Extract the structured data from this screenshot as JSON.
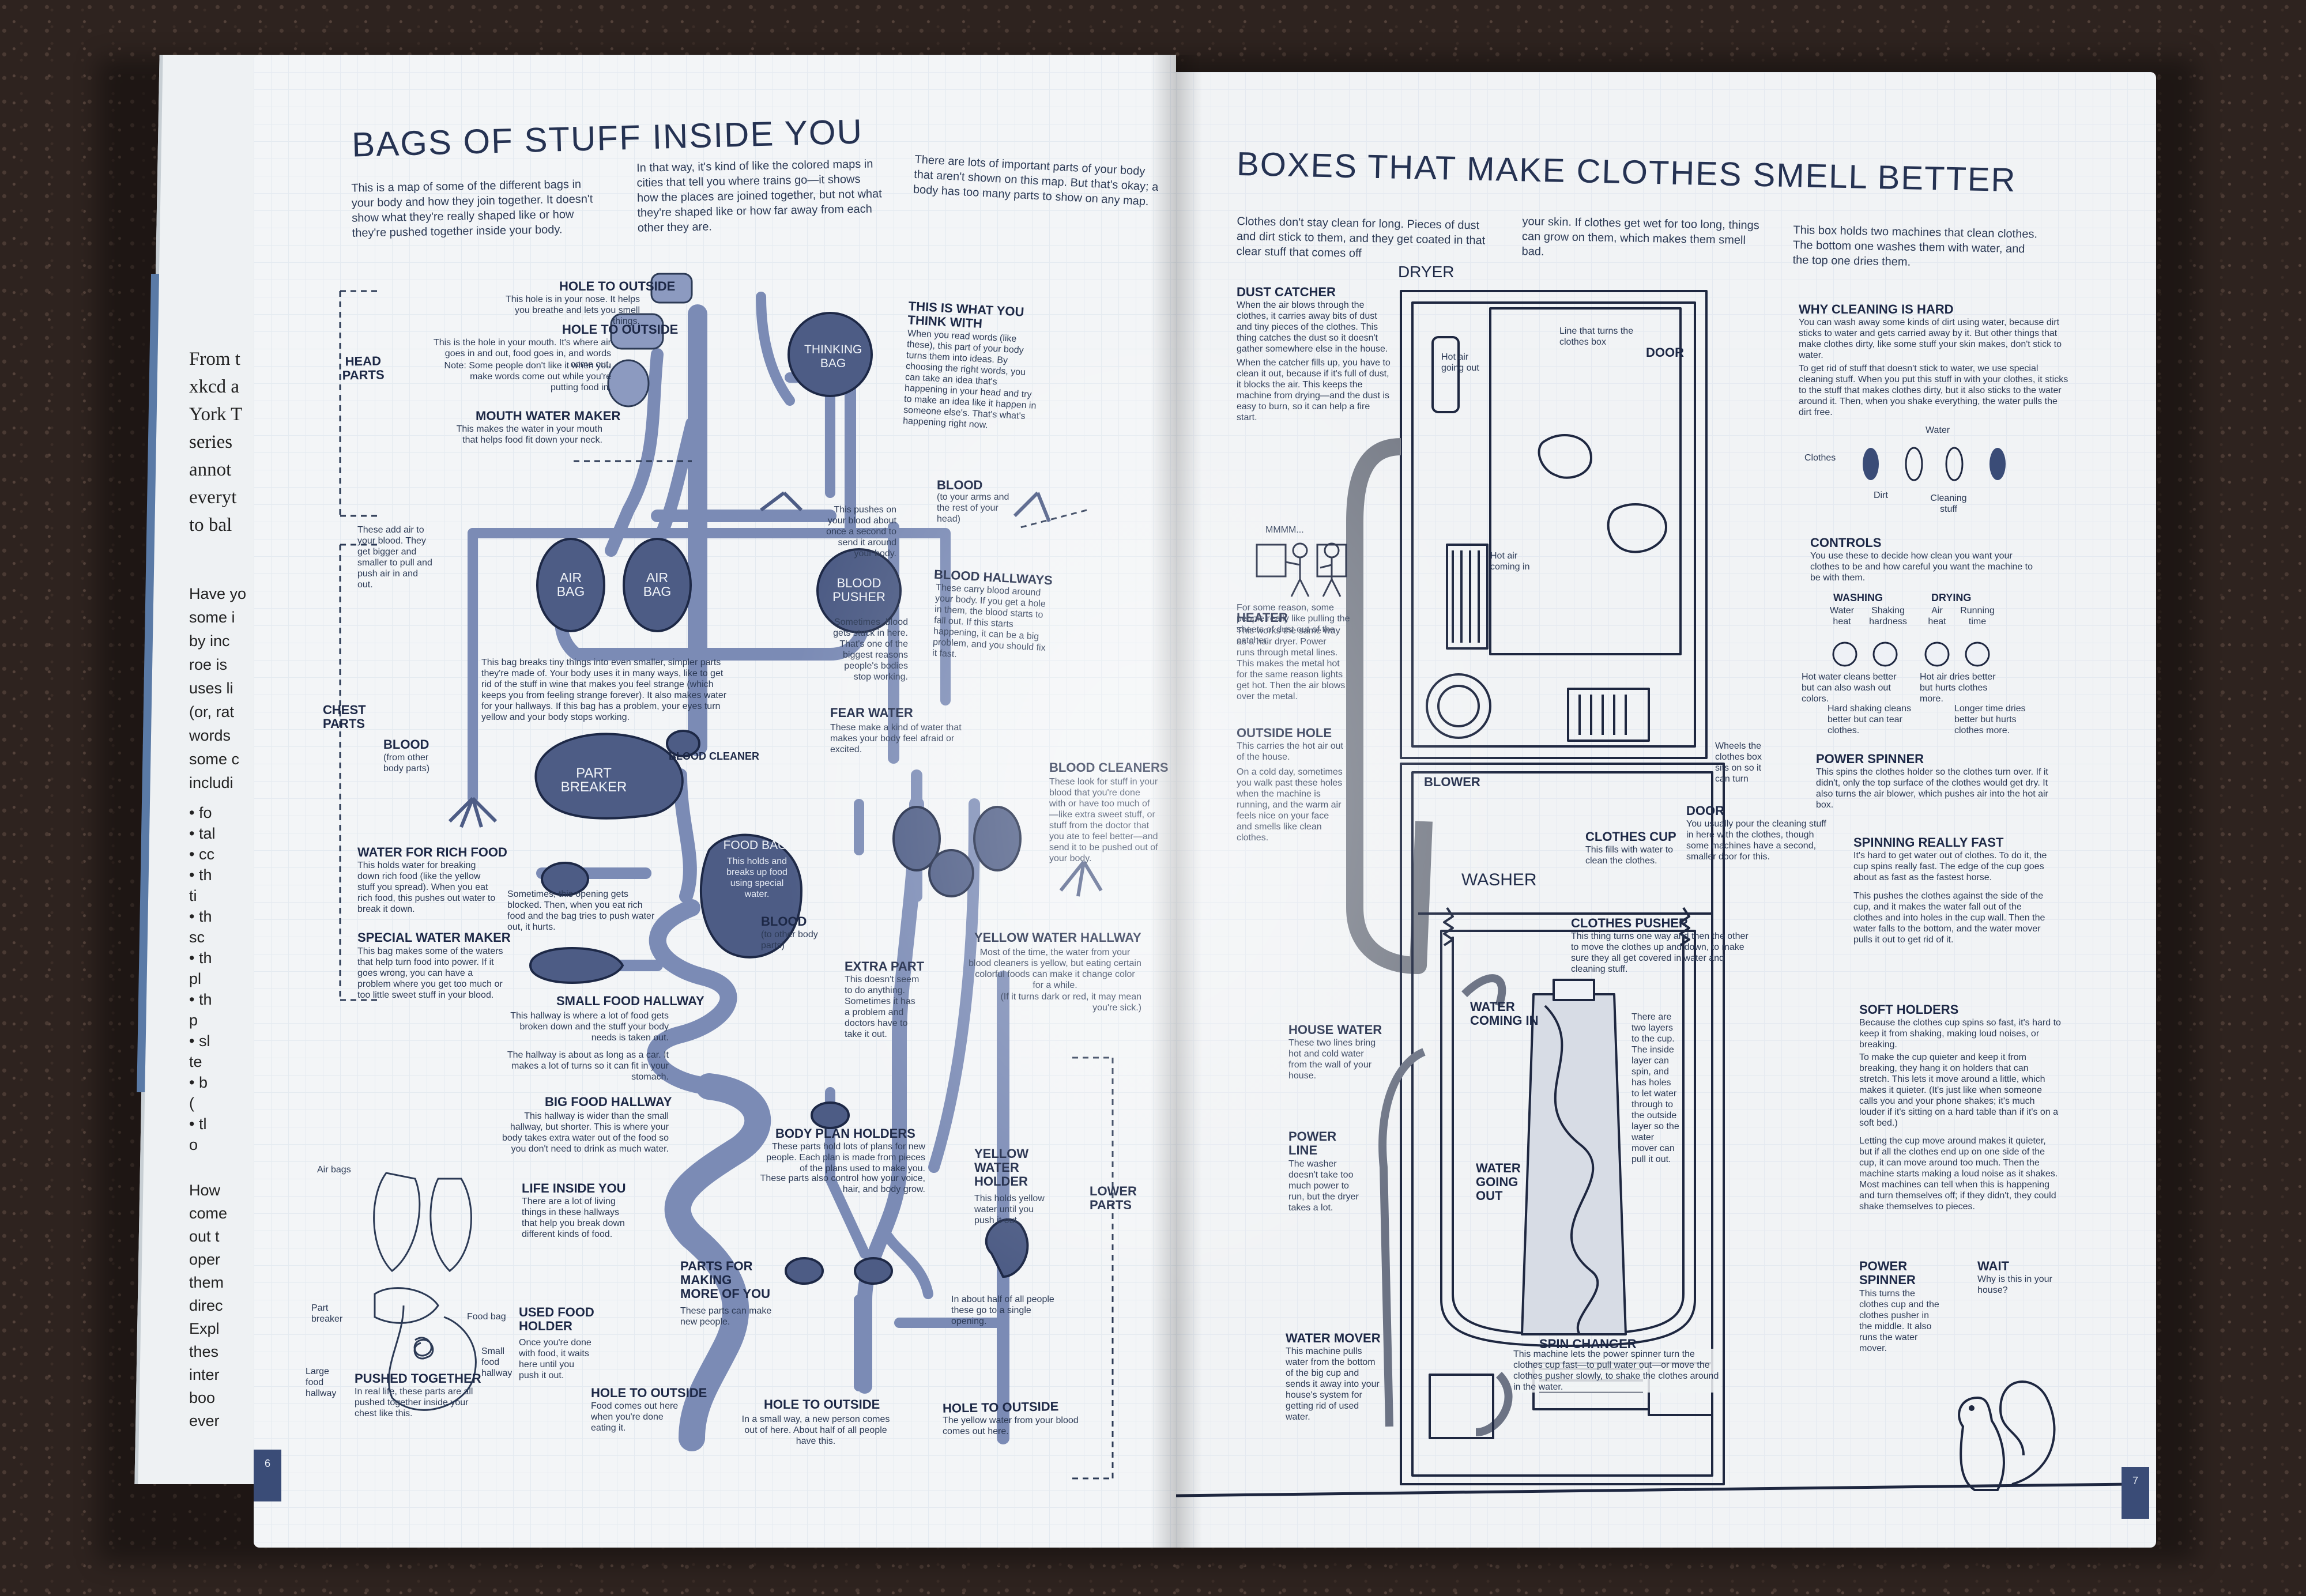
{
  "left_page": {
    "title": "BAGS OF STUFF INSIDE YOU",
    "intro_col1": "This is a map of some of the different bags in your body and how they join together. It doesn't show what they're really shaped like or how they're pushed together inside your body.",
    "intro_col2": "In that way, it's kind of like the colored maps in cities that tell you where trains go—it shows how the places are joined together, but not what they're shaped like or how far away from each other they are.",
    "intro_col3": "There are lots of important parts of your body that aren't shown on this map. But that's okay; a body has too many parts to show on any map.",
    "section_head": "HEAD PARTS",
    "section_chest": "CHEST PARTS",
    "section_lower": "LOWER PARTS",
    "bag_thinking": "THINKING BAG",
    "bag_air": "AIR BAG",
    "bag_blood_pusher": "BLOOD PUSHER",
    "bag_part_breaker": "PART BREAKER",
    "bag_food": "FOOD BAG",
    "bag_food_note": "This holds and breaks up food using special water.",
    "lbl_hole_outside_nose": "HOLE TO OUTSIDE",
    "note_hole_outside_nose": "This hole is in your nose. It helps you breathe and lets you smell things.",
    "lbl_hole_outside_mouth": "HOLE TO OUTSIDE",
    "note_hole_outside_mouth": "This is the hole in your mouth. It's where air goes in and out, food goes in, and words come out.",
    "note_mouth_extra": "Note: Some people don't like it when you make words come out while you're putting food in.",
    "lbl_mouth_water": "MOUTH WATER MAKER",
    "note_mouth_water": "This makes the water in your mouth that helps food fit down your neck.",
    "lbl_think_with": "THIS IS WHAT YOU THINK WITH",
    "note_think_with": "When you read words (like these), this part of your body turns them into ideas. By choosing the right words, you can take an idea that's happening in your head and try to make an idea like it happen in someone else's. That's what's happening right now.",
    "lbl_blood_arms": "BLOOD",
    "note_blood_arms": "(to your arms and the rest of your head)",
    "note_air_bags": "These add air to your blood. They get bigger and smaller to pull and push air in and out.",
    "note_blood_pusher": "This pushes on your blood about once a second to send it around your body.",
    "note_stuck": "Sometimes, blood gets stuck in here. That's one of the biggest reasons people's bodies stop working.",
    "lbl_blood_hallways": "BLOOD HALLWAYS",
    "note_blood_hallways": "These carry blood around your body. If you get a hole in them, the blood starts to fall out. If this starts happening, it can be a big problem, and you should fix it fast.",
    "note_part_breaker": "This bag breaks tiny things into even smaller, simpler parts they're made of. Your body uses it in many ways, like to get rid of the stuff in wine that makes you feel strange (which keeps you from feeling strange forever). It also makes water for your hallways. If this bag has a problem, your eyes turn yellow and your body stops working.",
    "lbl_fear_water": "FEAR WATER",
    "note_fear_water": "These make a kind of water that makes your body feel afraid or excited.",
    "lbl_blood_other": "BLOOD",
    "note_blood_other": "(from other body parts)",
    "lbl_blood_cleaner": "BLOOD CLEANER",
    "lbl_blood_cleaners": "BLOOD CLEANERS",
    "note_blood_cleaners": "These look for stuff in your blood that you're done with or have too much of—like extra sweet stuff, or stuff from the doctor that you ate to feel better—and send it to be pushed out of your body.",
    "lbl_water_rich_food": "WATER FOR RICH FOOD",
    "note_water_rich_food": "This holds water for breaking down rich food (like the yellow stuff you spread). When you eat rich food, this pushes out water to break it down.",
    "note_opening": "Sometimes, this opening gets blocked. Then, when you eat rich food and the bag tries to push water out, it hurts.",
    "lbl_special_water": "SPECIAL WATER MAKER",
    "note_special_water": "This bag makes some of the waters that help turn food into power. If it goes wrong, you can have a problem where you get too much or too little sweet stuff in your blood.",
    "lbl_blood_to_other": "BLOOD",
    "note_blood_to_other": "(to other body parts)",
    "lbl_yellow_hallway": "YELLOW WATER HALLWAY",
    "note_yellow_hallway": "Most of the time, the water from your blood cleaners is yellow, but eating certain colorful foods can make it change color for a while.",
    "note_yellow_hallway2": "(If it turns dark or red, it may mean you're sick.)",
    "lbl_extra_part": "EXTRA PART",
    "note_extra_part": "This doesn't seem to do anything. Sometimes it has a problem and doctors have to take it out.",
    "lbl_small_food": "SMALL FOOD HALLWAY",
    "note_small_food": "This hallway is where a lot of food gets broken down and the stuff your body needs is taken out.",
    "note_small_food2": "The hallway is about as long as a car. It makes a lot of turns so it can fit in your stomach.",
    "lbl_big_food": "BIG FOOD HALLWAY",
    "note_big_food": "This hallway is wider than the small hallway, but shorter. This is where your body takes extra water out of the food so you don't need to drink as much water.",
    "lbl_life_inside": "LIFE INSIDE YOU",
    "note_life_inside": "There are a lot of living things in these hallways that help you break down different kinds of food.",
    "lbl_body_plan": "BODY PLAN HOLDERS",
    "note_body_plan": "These parts hold lots of plans for new people. Each plan is made from pieces of the plans used to make you.",
    "note_body_plan2": "These parts also control how your voice, hair, and body grow.",
    "lbl_yellow_holder": "YELLOW WATER HOLDER",
    "note_yellow_holder": "This holds yellow water until you push it out.",
    "lbl_parts_more": "PARTS FOR MAKING MORE OF YOU",
    "note_parts_more": "These parts can make new people.",
    "note_half": "In about half of all people these go to a single opening.",
    "lbl_used_food": "USED FOOD HOLDER",
    "note_used_food": "Once you're done with food, it waits here until you push it out.",
    "lbl_hole_food": "HOLE TO OUTSIDE",
    "note_hole_food": "Food comes out here when you're done eating it.",
    "lbl_hole_person": "HOLE TO OUTSIDE",
    "note_hole_person": "In a small way, a new person comes out of here. About half of all people have this.",
    "lbl_hole_yellow": "HOLE TO OUTSIDE",
    "note_hole_yellow": "The yellow water from your blood comes out here.",
    "lbl_pushed_together": "PUSHED TOGETHER",
    "note_pushed_together": "In real life, these parts are all pushed together inside your chest like this.",
    "mini_air_bags": "Air bags",
    "mini_part_breaker": "Part breaker",
    "mini_food_bag": "Food bag",
    "mini_small_food": "Small food hallway",
    "mini_large_food": "Large food hallway",
    "page_number": "6"
  },
  "right_page": {
    "title": "BOXES THAT MAKE CLOTHES SMELL BETTER",
    "intro_col1": "Clothes don't stay clean for long. Pieces of dust and dirt stick to them, and they get coated in that clear stuff that comes off",
    "intro_col2": "your skin. If clothes get wet for too long, things can grow on them, which makes them smell bad.",
    "intro_col3": "This box holds two machines that clean clothes. The bottom one washes them with water, and the top one dries them.",
    "lbl_dryer": "DRYER",
    "lbl_washer": "WASHER",
    "lbl_dust_catcher": "DUST CATCHER",
    "note_dust_catcher": "When the air blows through the clothes, it carries away bits of dust and tiny pieces of the clothes. This thing catches the dust so it doesn't gather somewhere else in the house.",
    "note_dust_catcher2": "When the catcher fills up, you have to clean it out, because if it's full of dust, it blocks the air. This keeps the machine from drying—and the dust is easy to burn, so it can help a fire start.",
    "note_mmmm": "MMMM...",
    "note_pulling": "For some reason, some people really like pulling the sheets of dust out of the catcher.",
    "lbl_heater": "HEATER",
    "note_heater": "This works the same way as a hair dryer. Power runs through metal lines. This makes the metal hot for the same reason lights get hot. Then the air blows over the metal.",
    "lbl_outside_hole": "OUTSIDE HOLE",
    "note_outside_hole": "This carries the hot air out of the house.",
    "note_outside_hole2": "On a cold day, sometimes you walk past these holes when the machine is running, and the warm air feels nice on your face and smells like clean clothes.",
    "note_hot_air_out": "Hot air going out",
    "note_hot_air_in": "Hot air coming in",
    "note_line_turns": "Line that turns the clothes box",
    "lbl_door_dryer": "DOOR",
    "lbl_blower": "BLOWER",
    "note_wheels": "Wheels the clothes box sits on so it can turn",
    "lbl_why_cleaning": "WHY CLEANING IS HARD",
    "note_why_cleaning": "You can wash away some kinds of dirt using water, because dirt sticks to water and gets carried away by it. But other things that make clothes dirty, like some stuff your skin makes, don't stick to water.",
    "note_why_cleaning2": "To get rid of stuff that doesn't stick to water, we use special cleaning stuff. When you put this stuff in with your clothes, it sticks to the stuff that makes clothes dirty, but it also sticks to the water around it. Then, when you shake everything, the water pulls the dirt free.",
    "note_water": "Water",
    "note_clothes": "Clothes",
    "note_dirt": "Dirt",
    "note_cleaning_stuff": "Cleaning stuff",
    "lbl_controls": "CONTROLS",
    "note_controls": "You use these to decide how clean you want your clothes to be and how careful you want the machine to be with them.",
    "lbl_washing": "WASHING",
    "lbl_drying": "DRYING",
    "note_water_heat": "Water heat",
    "note_shaking_hardness": "Shaking hardness",
    "note_air_heat": "Air heat",
    "note_running_time": "Running time",
    "note_hot_water": "Hot water cleans better but can also wash out colors.",
    "note_hot_air": "Hot air dries better but hurts clothes more.",
    "note_hard_shaking": "Hard shaking cleans better but can tear clothes.",
    "note_longer_time": "Longer time dries better but hurts clothes more.",
    "lbl_power_spinner": "POWER SPINNER",
    "note_power_spinner": "This spins the clothes holder so the clothes turn over. If it didn't, only the top surface of the clothes would get dry. It also turns the air blower, which pushes air into the hot air box.",
    "lbl_door_washer": "DOOR",
    "note_door_washer": "You usually pour the cleaning stuff in here with the clothes, though some machines have a second, smaller door for this.",
    "lbl_clothes_cup": "CLOTHES CUP",
    "note_clothes_cup": "This fills with water to clean the clothes.",
    "lbl_spinning_fast": "SPINNING REALLY FAST",
    "note_spinning_fast": "It's hard to get water out of clothes. To do it, the cup spins really fast. The edge of the cup goes about as fast as the fastest horse.",
    "note_spinning_fast2": "This pushes the clothes against the side of the cup, and it makes the water fall out of the clothes and into holes in the cup wall. Then the water falls to the bottom, and the water mover pulls it out to get rid of it.",
    "lbl_clothes_pusher": "CLOTHES PUSHER",
    "note_clothes_pusher": "This thing turns one way and then the other to move the clothes up and down, to make sure they all get covered in water and cleaning stuff.",
    "lbl_water_in": "WATER COMING IN",
    "note_two_layers": "There are two layers to the cup. The inside layer can spin, and has holes to let water through to the outside layer so the water mover can pull it out.",
    "lbl_house_water": "HOUSE WATER",
    "note_house_water": "These two lines bring hot and cold water from the wall of your house.",
    "lbl_power_line": "POWER LINE",
    "note_power_line": "The washer doesn't take too much power to run, but the dryer takes a lot.",
    "lbl_water_out": "WATER GOING OUT",
    "lbl_soft_holders": "SOFT HOLDERS",
    "note_soft_holders": "Because the clothes cup spins so fast, it's hard to keep it from shaking, making loud noises, or breaking.",
    "note_soft_holders2": "To make the cup quieter and keep it from breaking, they hang it on holders that can stretch. This lets it move around a little, which makes it quieter. (It's just like when someone calls you and your phone shakes; it's much louder if it's sitting on a hard table than if it's on a soft bed.)",
    "note_soft_holders3": "Letting the cup move around makes it quieter, but if all the clothes end up on one side of the cup, it can move around too much. Then the machine starts making a loud noise as it shakes. Most machines can tell when this is happening and turn themselves off; if they didn't, they could shake themselves to pieces.",
    "lbl_water_mover": "WATER MOVER",
    "note_water_mover": "This machine pulls water from the bottom of the big cup and sends it away into your house's system for getting rid of used water.",
    "lbl_spin_changer": "SPIN CHANGER",
    "note_spin_changer": "This machine lets the power spinner turn the clothes cup fast—to pull water out—or move the clothes pusher slowly, to shake the clothes around in the water.",
    "lbl_power_spinner2": "POWER SPINNER",
    "note_power_spinner2": "This turns the clothes cup and the clothes pusher in the middle. It also runs the water mover.",
    "lbl_wait": "WAIT",
    "note_wait": "Why is this in your house?",
    "page_number": "7"
  },
  "under_page": {
    "lines_serif": [
      "From t",
      "xkcd a",
      "York T",
      "series",
      "annot",
      "everyt",
      "to bal"
    ],
    "lines_sans": [
      "Have yo",
      "some i",
      "by inc",
      "roe is",
      "uses li",
      "(or, rat",
      "words",
      "some c",
      "includi"
    ],
    "bullets": [
      "• fo",
      "• tal",
      "• cc",
      "• th",
      "ti",
      "• th",
      "sc",
      "• th",
      "pl",
      "• th",
      "p",
      "• sl",
      "te",
      "• b",
      "(",
      "• tl",
      "o"
    ],
    "lines_bottom": [
      "How",
      "come",
      "out t",
      "oper",
      "them",
      "direc",
      "Expl",
      "thes",
      "inter",
      "boo",
      "ever"
    ]
  },
  "colors": {
    "ink": "#2c3a55",
    "organ_fill": "#4d5c85",
    "organ_light": "#8c9ac0",
    "tube": "#7b8bb5",
    "page": "#f3f5f7",
    "grid": "#dfe6ee"
  }
}
